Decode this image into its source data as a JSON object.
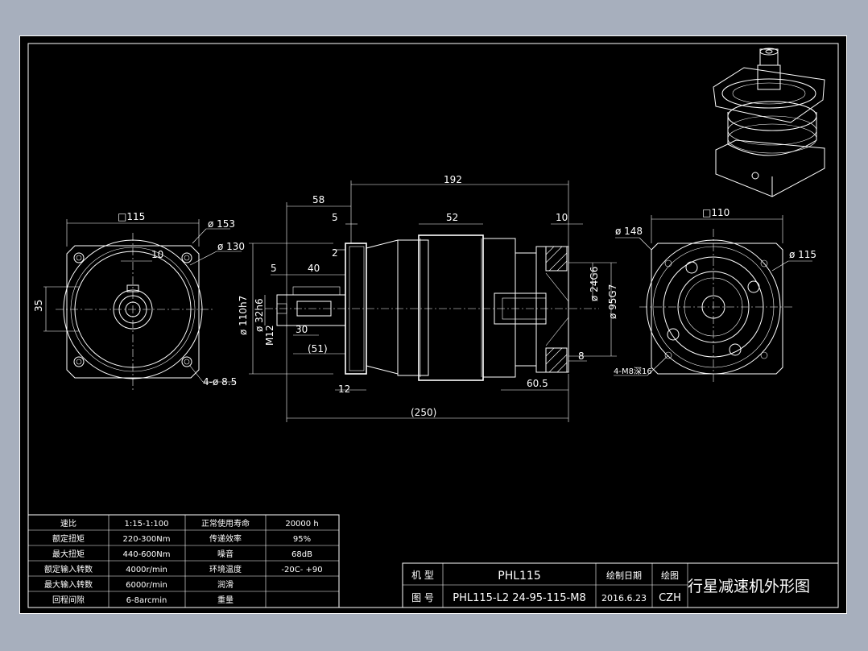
{
  "front_view": {
    "square": "□115",
    "d_outer": "ø 153",
    "d_pitch": "ø 130",
    "key_width": "10",
    "key_height": "35",
    "holes": "4-ø 8.5"
  },
  "side_view": {
    "total_length": "192",
    "flange_length": "58",
    "dim_5_top": "5",
    "body_length": "52",
    "flange_thickness": "10",
    "dim_2": "2",
    "shaft_offset": "5",
    "shaft_key": "40",
    "pilot": "ø 110h7",
    "shaft_d": "ø 32h6",
    "thread": "M12",
    "key_length": "30",
    "shaft_length": "(51)",
    "flange_step": "12",
    "overall": "(250)",
    "input_bore": "ø 24G6",
    "input_pilot": "ø 95G7",
    "input_depth": "8",
    "input_length": "60.5"
  },
  "rear_view": {
    "square": "□110",
    "d_outer": "ø 148",
    "d_pitch": "ø 115",
    "threads": "4-M8深16"
  },
  "spec_table": [
    [
      "速比",
      "1:15-1:100",
      "正常使用寿命",
      "20000 h"
    ],
    [
      "额定扭矩",
      "220-300Nm",
      "传递效率",
      "95%"
    ],
    [
      "最大扭矩",
      "440-600Nm",
      "噪音",
      "68dB"
    ],
    [
      "额定输入转数",
      "4000r/min",
      "环境温度",
      "-20C- +90"
    ],
    [
      "最大输入转数",
      "6000r/min",
      "润滑",
      ""
    ],
    [
      "回程间隙",
      "6-8arcmin",
      "重量",
      ""
    ]
  ],
  "title_block": {
    "model_label": "机 型",
    "model_value": "PHL115",
    "drawing_label": "图 号",
    "drawing_value": "PHL115-L2 24-95-115-M8",
    "date_label": "绘制日期",
    "date_value": "2016.6.23",
    "drawer_label": "绘图",
    "drawer_value": "CZH",
    "title": "行星减速机外形图"
  }
}
